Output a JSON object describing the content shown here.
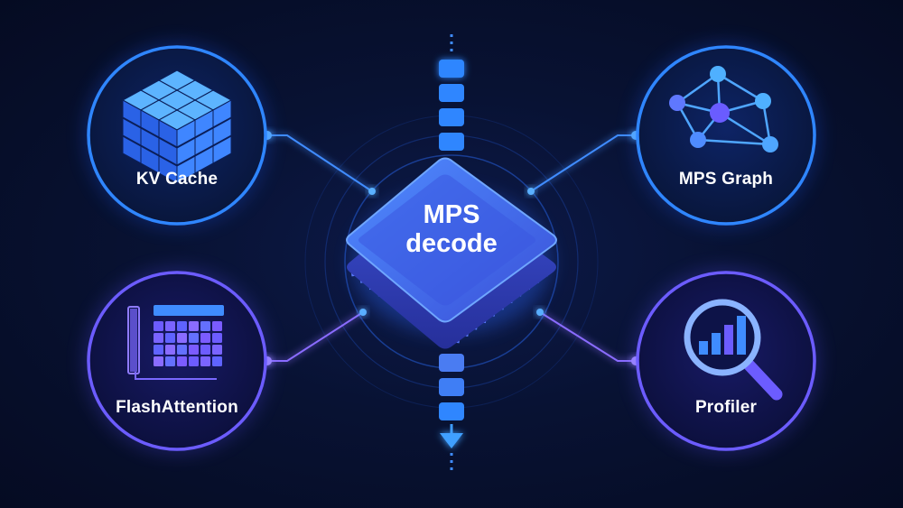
{
  "center": {
    "title_line1": "MPS",
    "title_line2": "decode"
  },
  "nodes": [
    {
      "id": "kv-cache",
      "label": "KV Cache",
      "icon": "cube-grid-icon"
    },
    {
      "id": "mps-graph",
      "label": "MPS Graph",
      "icon": "network-graph-icon"
    },
    {
      "id": "flash-attention",
      "label": "FlashAttention",
      "icon": "attention-matrix-icon"
    },
    {
      "id": "profiler",
      "label": "Profiler",
      "icon": "magnifier-chart-icon"
    }
  ],
  "colors": {
    "background": "#060d2a",
    "accent_blue": "#2f7bff",
    "accent_purple": "#7b63ff",
    "glow": "#39a6ff"
  }
}
